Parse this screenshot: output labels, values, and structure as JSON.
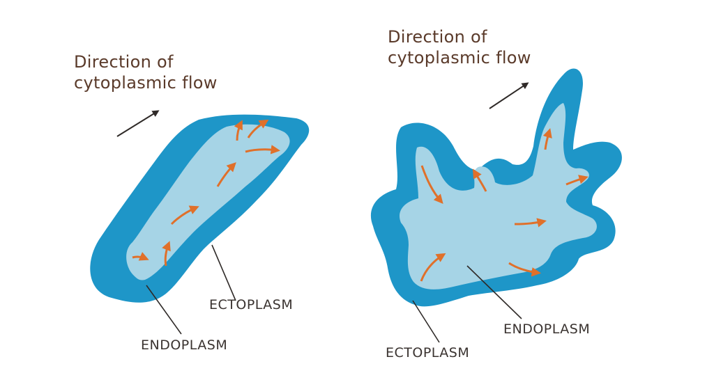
{
  "left_cell": {
    "flow_label_line1": "Direction of",
    "flow_label_line2": "cytoplasmic flow",
    "ectoplasm_label": "ECTOPLASM",
    "endoplasm_label": "ENDOPLASM"
  },
  "right_cell": {
    "flow_label_line1": "Direction of",
    "flow_label_line2": "cytoplasmic flow",
    "ectoplasm_label": "ECTOPLASM",
    "endoplasm_label": "ENDOPLASM"
  },
  "colors": {
    "ectoplasm": "#1e96c8",
    "endoplasm": "#a6d4e6",
    "flow_arrow": "#e0702a",
    "label_text": "#5a3a2a",
    "leader_line": "#2f2a28"
  }
}
